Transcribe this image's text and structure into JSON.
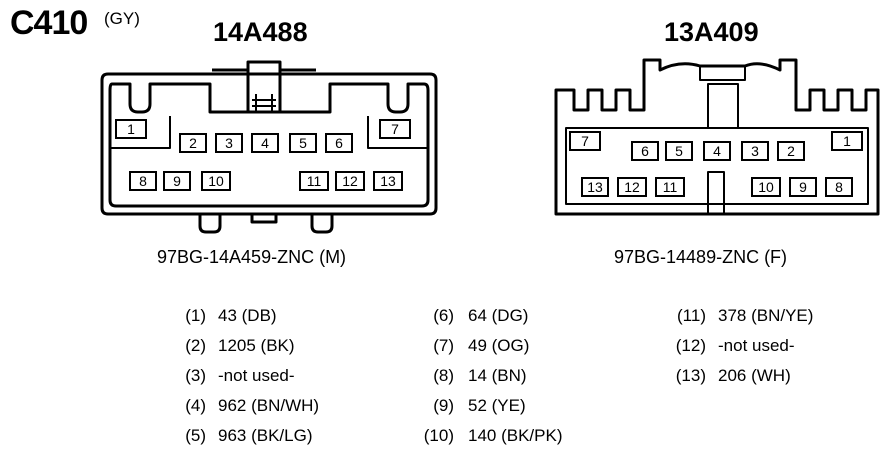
{
  "header": {
    "connector_id": "C410",
    "connector_color": "(GY)"
  },
  "left_connector": {
    "part_number": "14A488",
    "caption": "97BG-14A459-ZNC (M)",
    "pins": [
      "1",
      "2",
      "3",
      "4",
      "5",
      "6",
      "7",
      "8",
      "9",
      "10",
      "11",
      "12",
      "13"
    ]
  },
  "right_connector": {
    "part_number": "13A409",
    "caption": "97BG-14489-ZNC (F)",
    "pins": [
      "7",
      "6",
      "5",
      "4",
      "3",
      "2",
      "1",
      "13",
      "12",
      "11",
      "10",
      "9",
      "8"
    ]
  },
  "pinout": [
    {
      "pin": "(1)",
      "circuit": "43 (DB)"
    },
    {
      "pin": "(2)",
      "circuit": "1205 (BK)"
    },
    {
      "pin": "(3)",
      "circuit": "-not used-"
    },
    {
      "pin": "(4)",
      "circuit": "962 (BN/WH)"
    },
    {
      "pin": "(5)",
      "circuit": "963 (BK/LG)"
    },
    {
      "pin": "(6)",
      "circuit": "64 (DG)"
    },
    {
      "pin": "(7)",
      "circuit": "49 (OG)"
    },
    {
      "pin": "(8)",
      "circuit": "14 (BN)"
    },
    {
      "pin": "(9)",
      "circuit": "52 (YE)"
    },
    {
      "pin": "(10)",
      "circuit": "140 (BK/PK)"
    },
    {
      "pin": "(11)",
      "circuit": "378 (BN/YE)"
    },
    {
      "pin": "(12)",
      "circuit": "-not used-"
    },
    {
      "pin": "(13)",
      "circuit": "206 (WH)"
    }
  ]
}
